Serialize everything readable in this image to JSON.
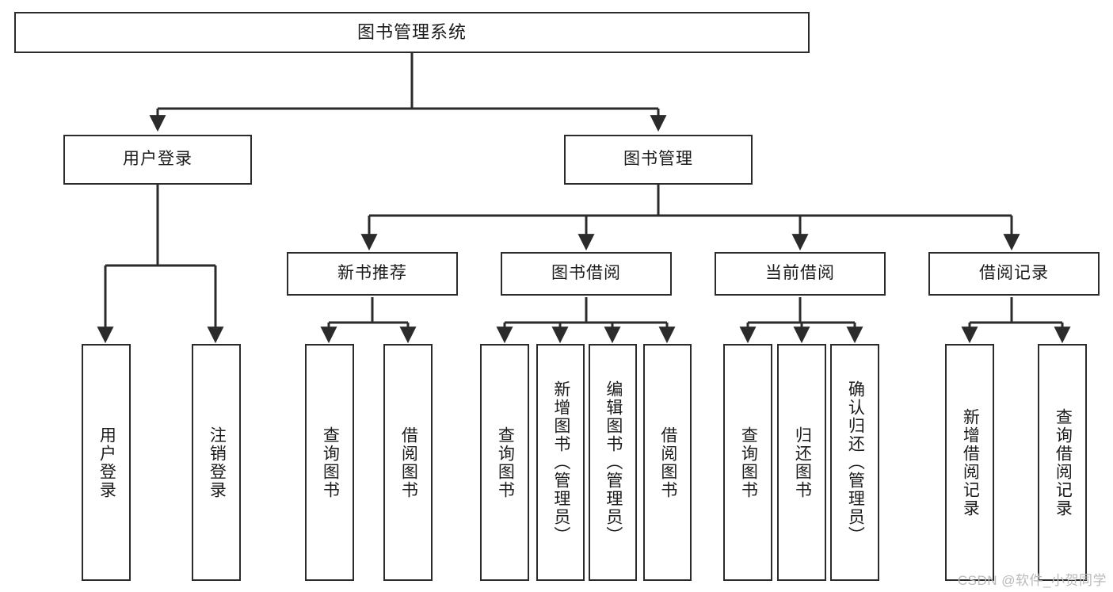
{
  "diagram": {
    "title": "图书管理系统",
    "type": "tree",
    "colors": {
      "box_border": "#2b2b2b",
      "box_fill": "#ffffff",
      "connector": "#2b2b2b",
      "text": "#1b1b1b",
      "watermark": "#b9b9b9"
    },
    "root": {
      "label": "图书管理系统"
    },
    "level2": [
      {
        "label": "用户登录"
      },
      {
        "label": "图书管理"
      }
    ],
    "level3": [
      {
        "label": "新书推荐"
      },
      {
        "label": "图书借阅"
      },
      {
        "label": "当前借阅"
      },
      {
        "label": "借阅记录"
      }
    ],
    "leaves": {
      "user_login": [
        {
          "label": "用户登录"
        },
        {
          "label": "注销登录"
        }
      ],
      "new_book_recommend": [
        {
          "label": "查询图书"
        },
        {
          "label": "借阅图书"
        }
      ],
      "book_borrow": [
        {
          "label": "查询图书"
        },
        {
          "label": "新增图书（管理员）"
        },
        {
          "label": "编辑图书（管理员）"
        },
        {
          "label": "借阅图书"
        }
      ],
      "current_borrow": [
        {
          "label": "查询图书"
        },
        {
          "label": "归还图书"
        },
        {
          "label": "确认归还（管理员）"
        }
      ],
      "borrow_record": [
        {
          "label": "新增借阅记录"
        },
        {
          "label": "查询借阅记录"
        }
      ]
    }
  },
  "watermark": {
    "text": "CSDN @软件_小贺同学"
  }
}
